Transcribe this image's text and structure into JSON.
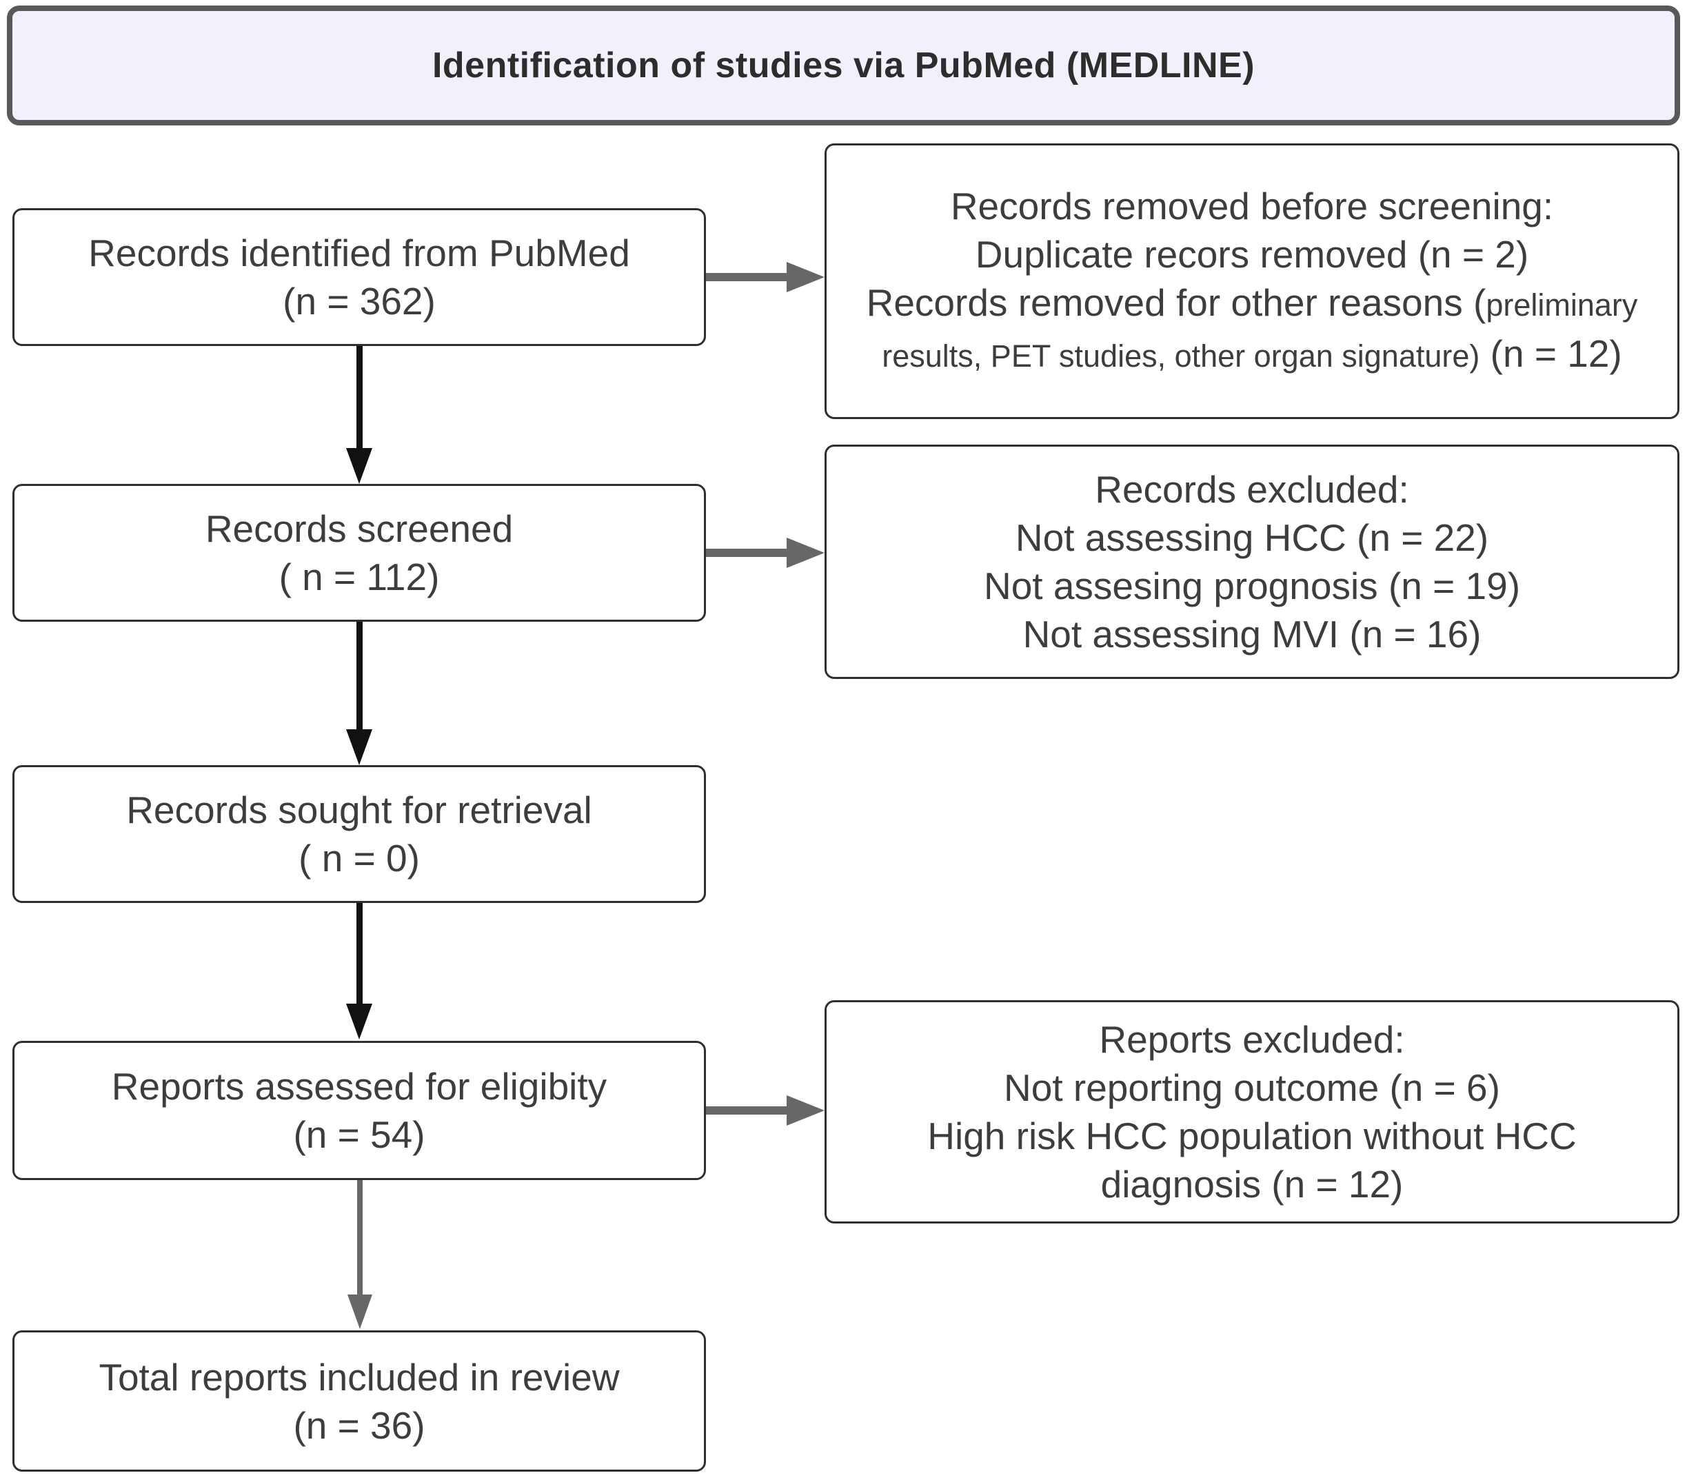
{
  "header": {
    "title": "Identification of studies via PubMed (MEDLINE)"
  },
  "left_boxes": [
    {
      "id": "records-identified",
      "line1": "Records identified from PubMed",
      "line2": "(n = 362)"
    },
    {
      "id": "records-screened",
      "line1": "Records screened",
      "line2": "( n = 112)"
    },
    {
      "id": "records-sought",
      "line1": "Records sought for retrieval",
      "line2": "( n = 0)"
    },
    {
      "id": "reports-assessed",
      "line1": "Reports assessed for eligibity",
      "line2": "(n = 54)"
    },
    {
      "id": "total-included",
      "line1": "Total reports included in review",
      "line2": "(n = 36)"
    }
  ],
  "right_boxes": [
    {
      "id": "records-removed-before-screening",
      "line1": "Records removed before screening:",
      "line2": "Duplicate recors removed (n = 2)",
      "line3_big": "Records removed for other reasons (",
      "line3_small": "preliminary",
      "line4_small": "results, PET studies, other organ signature)",
      "line4_big": " (n = 12)"
    },
    {
      "id": "records-excluded",
      "line1": "Records excluded:",
      "line2": "Not assessing HCC (n = 22)",
      "line3": "Not assesing prognosis (n = 19)",
      "line4": "Not assessing MVI (n = 16)"
    },
    {
      "id": "reports-excluded",
      "line1": "Reports excluded:",
      "line2": "Not reporting outcome (n = 6)",
      "line3": "High risk HCC population without HCC",
      "line4": "diagnosis (n = 12)"
    }
  ],
  "colors": {
    "header_background": "#f1f1fb",
    "header_border": "#595959",
    "box_border": "#2f2f2f",
    "text": "#3d3d3d",
    "arrow_black": "#111111",
    "arrow_gray": "#676767"
  }
}
